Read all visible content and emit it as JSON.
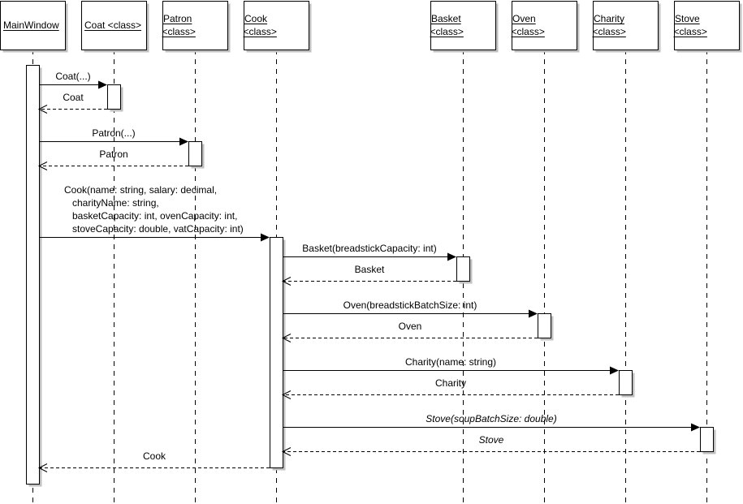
{
  "diagram": {
    "type": "uml-sequence",
    "colors": {
      "line": "#000000",
      "shadow": "#c0c0c0",
      "box_fill": "#ffffff",
      "highlight_text": "#1a1aff"
    },
    "participants": [
      {
        "id": "mainwindow",
        "name": "MainWindow",
        "stereotype": ""
      },
      {
        "id": "coat",
        "name": "Coat <class>",
        "stereotype": ""
      },
      {
        "id": "patron",
        "name": "Patron",
        "stereotype": "<class>"
      },
      {
        "id": "cook",
        "name": "Cook",
        "stereotype": "<class>"
      },
      {
        "id": "basket",
        "name": "Basket",
        "stereotype": "<class>"
      },
      {
        "id": "oven",
        "name": "Oven",
        "stereotype": "<class>"
      },
      {
        "id": "charity",
        "name": "Charity",
        "stereotype": "<class>"
      },
      {
        "id": "stove",
        "name": "Stove",
        "stereotype": "<class>"
      }
    ],
    "messages": [
      {
        "from": "mainwindow",
        "to": "coat",
        "kind": "call",
        "lines": [
          "Coat(...)"
        ],
        "highlight": false
      },
      {
        "from": "coat",
        "to": "mainwindow",
        "kind": "return",
        "lines": [
          "Coat"
        ],
        "highlight": false
      },
      {
        "from": "mainwindow",
        "to": "patron",
        "kind": "call",
        "lines": [
          "Patron(...)"
        ],
        "highlight": false
      },
      {
        "from": "patron",
        "to": "mainwindow",
        "kind": "return",
        "lines": [
          "Patron"
        ],
        "highlight": false
      },
      {
        "from": "mainwindow",
        "to": "cook",
        "kind": "call",
        "lines": [
          "Cook(name: string, salary: decimal,",
          "   charityName: string,",
          "   basketCapacity: int, ovenCapacity: int,",
          "   stoveCapacity: double, vatCapacity: int)"
        ],
        "highlight": false
      },
      {
        "from": "cook",
        "to": "basket",
        "kind": "call",
        "lines": [
          "Basket(breadstickCapacity: int)"
        ],
        "highlight": false
      },
      {
        "from": "basket",
        "to": "cook",
        "kind": "return",
        "lines": [
          "Basket"
        ],
        "highlight": false
      },
      {
        "from": "cook",
        "to": "oven",
        "kind": "call",
        "lines": [
          "Oven(breadstickBatchSize: int)"
        ],
        "highlight": false
      },
      {
        "from": "oven",
        "to": "cook",
        "kind": "return",
        "lines": [
          "Oven"
        ],
        "highlight": false
      },
      {
        "from": "cook",
        "to": "charity",
        "kind": "call",
        "lines": [
          "Charity(name: string)"
        ],
        "highlight": false
      },
      {
        "from": "charity",
        "to": "cook",
        "kind": "return",
        "lines": [
          "Charity"
        ],
        "highlight": false
      },
      {
        "from": "cook",
        "to": "stove",
        "kind": "call",
        "lines": [
          "Stove(soupBatchSize: double)"
        ],
        "highlight": true
      },
      {
        "from": "stove",
        "to": "cook",
        "kind": "return",
        "lines": [
          "Stove"
        ],
        "highlight": true
      },
      {
        "from": "cook",
        "to": "mainwindow",
        "kind": "return",
        "lines": [
          "Cook"
        ],
        "highlight": false
      }
    ]
  }
}
